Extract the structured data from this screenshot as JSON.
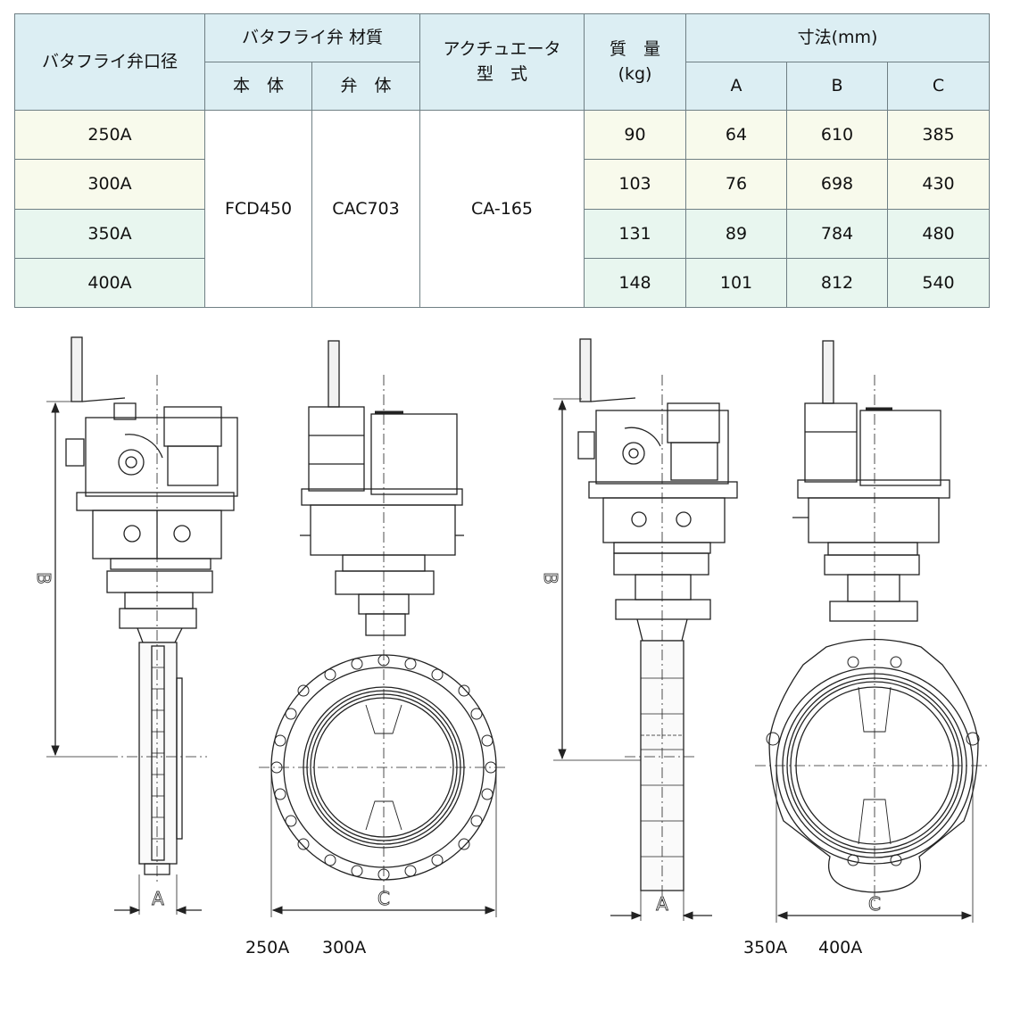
{
  "table": {
    "col_valve_size": "バタフライ弁口径",
    "col_material": "バタフライ弁 材質",
    "col_body": "本　体",
    "col_disc": "弁　体",
    "col_actuator_line1": "アクチュエータ",
    "col_actuator_line2": "型　式",
    "col_mass_line1": "質　量",
    "col_mass_line2": "(kg)",
    "col_dims": "寸法(mm)",
    "col_a": "A",
    "col_b": "B",
    "col_c": "C",
    "body_material": "FCD450",
    "disc_material": "CAC703",
    "actuator_model": "CA-165",
    "rows": [
      {
        "size": "250A",
        "mass": "90",
        "a": "64",
        "b": "610",
        "c": "385"
      },
      {
        "size": "300A",
        "mass": "103",
        "a": "76",
        "b": "698",
        "c": "430"
      },
      {
        "size": "350A",
        "mass": "131",
        "a": "89",
        "b": "784",
        "c": "480"
      },
      {
        "size": "400A",
        "mass": "148",
        "a": "101",
        "b": "812",
        "c": "540"
      }
    ]
  },
  "drawings": {
    "dim_a": "A",
    "dim_b": "B",
    "dim_c": "C",
    "caption_left_1": "250A",
    "caption_left_2": "300A",
    "caption_right_1": "350A",
    "caption_right_2": "400A"
  },
  "colors": {
    "header_bg": "#dceef3",
    "row_bg_yellow": "#f8faec",
    "row_bg_green": "#e8f6ef",
    "border": "#6f7f84"
  }
}
